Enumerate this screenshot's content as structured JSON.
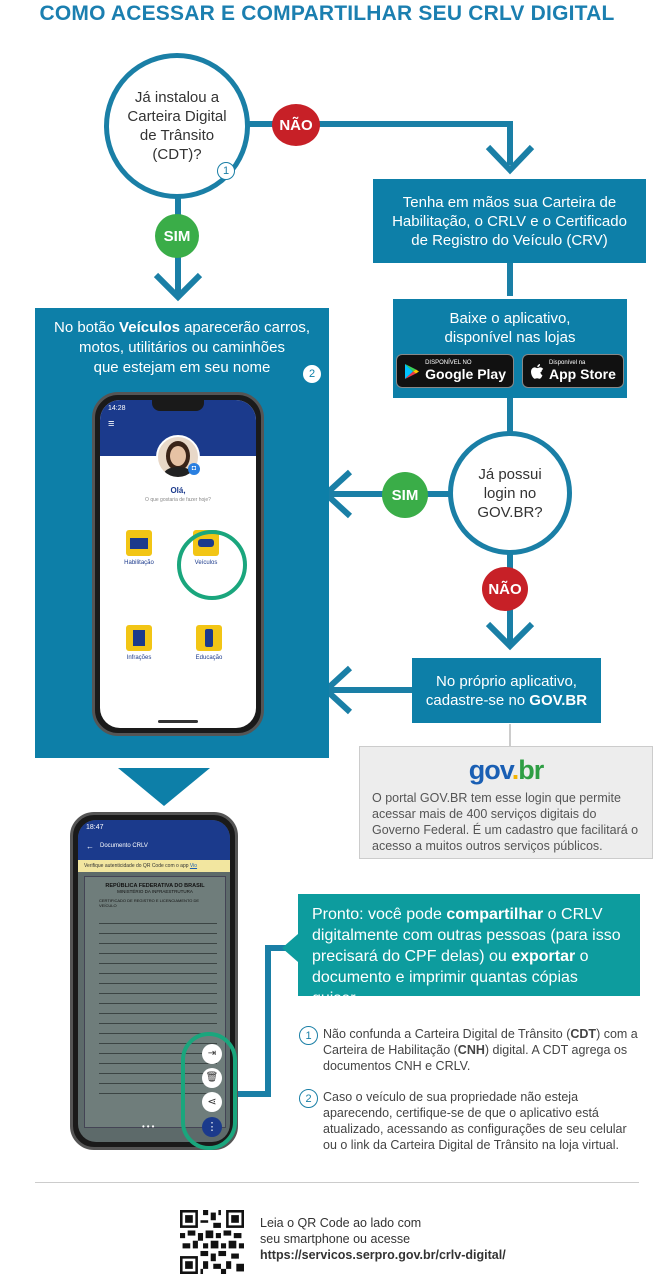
{
  "title": "COMO ACESSAR E COMPARTILHAR SEU CRLV DIGITAL",
  "q1": {
    "line1": "Já instalou a",
    "line2": "Carteira Digital",
    "line3": "de Trânsito",
    "line4": "(CDT)?",
    "num": "1"
  },
  "nao1": "NÃO",
  "sim1": "SIM",
  "box_docs": {
    "line1": "Tenha em mãos sua Carteira de",
    "line2": "Habilitação, o CRLV e o Certificado",
    "line3": "de Registro do Veículo (CRV)"
  },
  "box_download": {
    "line1": "Baixe o aplicativo,",
    "line2": "disponível nas lojas",
    "google_small": "DISPONÍVEL NO",
    "google_big": "Google Play",
    "apple_small": "Disponível na",
    "apple_big": "App Store"
  },
  "q2": {
    "line1": "Já possui",
    "line2": "login no",
    "line3": "GOV.BR?"
  },
  "sim2": "SIM",
  "nao2": "NÃO",
  "box_register": {
    "line1": "No próprio aplicativo,",
    "line2_pre": "cadastre-se no ",
    "line2_bold": "GOV.BR"
  },
  "panel": {
    "pre": "No botão ",
    "bold": "Veículos",
    "post": " aparecerão carros,",
    "line2": "motos, utilitários ou caminhões",
    "line3": "que estejam em seu nome",
    "num": "2"
  },
  "phone1": {
    "time": "14:28",
    "greeting": "Olá,",
    "sub": "O que gostaria de fazer hoje?",
    "items": [
      "Habilitação",
      "Veículos",
      "Infrações",
      "Educação"
    ]
  },
  "phone2": {
    "time": "18:47",
    "header": "Documento CRLV",
    "verify": "Verifique autenticidade do QR Code com o app",
    "verify_link": "Vio",
    "doc_title1": "REPÚBLICA FEDERATIVA DO BRASIL",
    "doc_title2": "MINISTÉRIO DA INFRAESTRUTURA",
    "doc_title3": "CERTIFICADO DE REGISTRO E LICENCIAMENTO DE VEÍCULO"
  },
  "govbr": {
    "logo_gov": "gov",
    "logo_br": "br",
    "text": "O portal GOV.BR tem esse login que permite acessar mais de 400 serviços digitais do Governo Federal. É um cadastro que facilitará o acesso a muitos outros serviços públicos."
  },
  "pronto": {
    "p1": "Pronto: você pode ",
    "b1": "compartilhar",
    "p2": " o CRLV digitalmente com outras pessoas (para isso precisará do CPF delas) ou ",
    "b2": "exportar",
    "p3": " o documento e imprimir quantas cópias quiser."
  },
  "note1": {
    "num": "1",
    "p1": "Não confunda a Carteira Digital de Trânsito (",
    "b1": "CDT",
    "p2": ") com a Carteira de Habilitação (",
    "b2": "CNH",
    "p3": ") digital. A CDT agrega os documentos CNH e CRLV."
  },
  "note2": {
    "num": "2",
    "text": "Caso o veículo de sua propriedade não esteja aparecendo, certifique-se de que o aplicativo está atualizado, acessando as configurações de seu celular ou o link da Carteira Digital de Trânsito na loja virtual."
  },
  "qr": {
    "line1": "Leia o QR Code ao lado com",
    "line2": "seu smartphone ou acesse",
    "url": "https://servicos.serpro.gov.br/crlv-digital/"
  },
  "colors": {
    "blue": "#0d7fa8",
    "red": "#c72027",
    "green": "#3aad48",
    "teal": "#0d9c9e"
  }
}
